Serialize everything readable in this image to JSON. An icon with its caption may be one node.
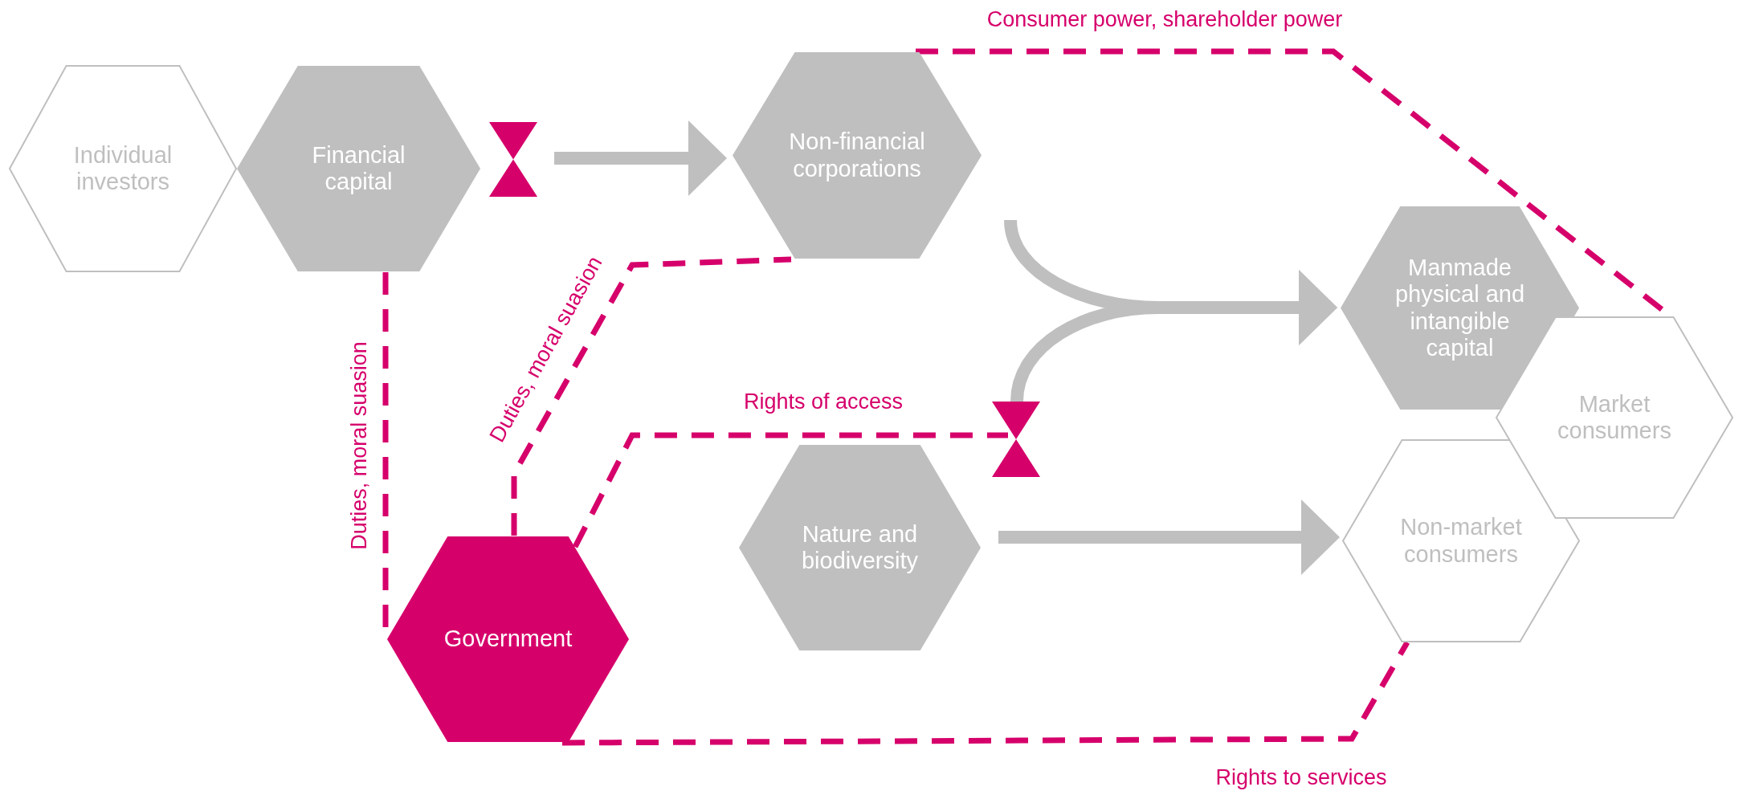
{
  "diagram": {
    "nodes": [
      {
        "text": [
          "Individual investors"
        ]
      },
      {
        "text": [
          "Financial capital"
        ]
      },
      {
        "text": [],
        "shape": "bowtie"
      },
      {
        "text": [
          "Non-financial corporations"
        ]
      },
      {
        "text": [
          "Manmade physical and intangible capital"
        ]
      },
      {
        "text": [
          "Market consumers"
        ]
      },
      {
        "text": [],
        "shape": "bowtie"
      },
      {
        "text": [
          "Nature and biodiversity"
        ]
      },
      {
        "text": [
          "Non-market consumers"
        ]
      },
      {
        "text": [
          "Government"
        ]
      }
    ],
    "edges": [
      {
        "from": 2,
        "to": 3,
        "arrow": "to",
        "style": "thick",
        "color": "#bfbfbf"
      },
      {
        "from": 3,
        "to": 4,
        "arrow": "to",
        "style": "thick",
        "color": "#bfbfbf"
      },
      {
        "from": 6,
        "to": 4,
        "arrow": "to",
        "style": "thick",
        "color": "#bfbfbf"
      },
      {
        "from": 7,
        "to": 8,
        "arrow": "to",
        "style": "thick",
        "color": "#bfbfbf"
      },
      {
        "from": 1,
        "to": 9,
        "arrow": "none",
        "style": "dashed",
        "color": "#d6006b",
        "label": "Duties, moral suasion"
      },
      {
        "from": 9,
        "to": 3,
        "arrow": "none",
        "style": "dashed",
        "color": "#d6006b",
        "label": "Duties, moral suasion"
      },
      {
        "from": 9,
        "to": 6,
        "arrow": "none",
        "style": "dashed",
        "color": "#d6006b",
        "label": "Rights of access"
      },
      {
        "from": 9,
        "to": 8,
        "arrow": "none",
        "style": "dashed",
        "color": "#d6006b",
        "label": "Rights to services"
      },
      {
        "from": 3,
        "to": 5,
        "arrow": "none",
        "style": "dashed",
        "color": "#d6006b",
        "label": "Consumer power, shareholder power"
      }
    ]
  }
}
